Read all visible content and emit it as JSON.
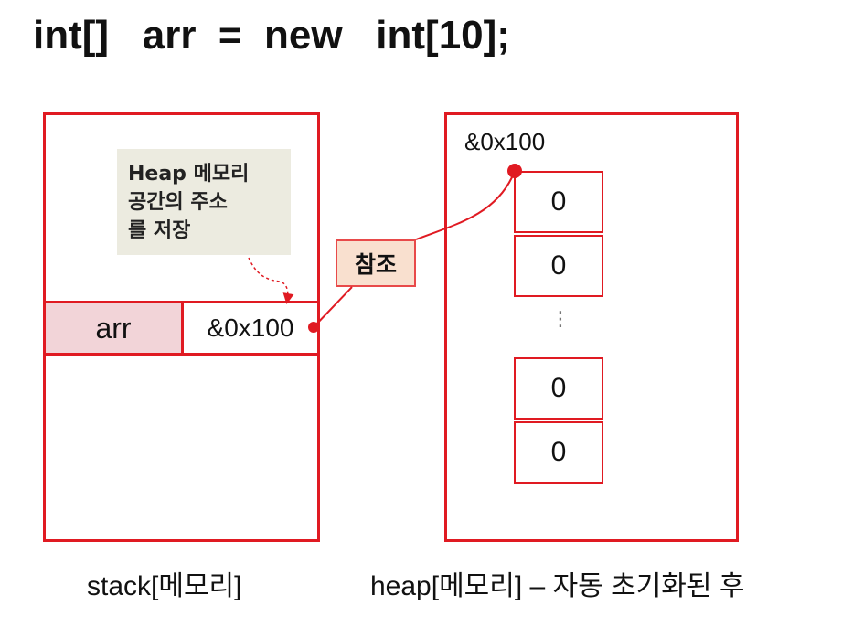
{
  "code_line": "int[]   arr  =  new   int[10];",
  "stack": {
    "variable_name": "arr",
    "address_value": "&0x100",
    "caption": "stack[메모리]"
  },
  "note_text": "Heap 메모리\n공간의 주소\n를 저장",
  "reference_label": "참조",
  "heap": {
    "start_address": "&0x100",
    "cells": [
      "0",
      "0",
      "0",
      "0"
    ],
    "ellipsis": "⋮",
    "caption": "heap[메모리] – 자동 초기화된 후"
  },
  "colors": {
    "border": "#e01a22",
    "variable_cell": "#f2d4d8",
    "note_background": "#ecebe0",
    "reference_background": "#f9e0cf"
  }
}
